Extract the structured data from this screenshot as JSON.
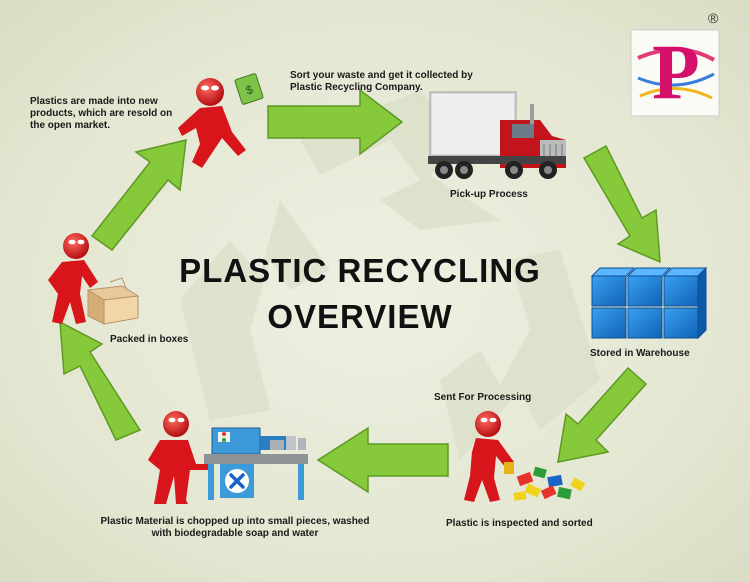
{
  "title": {
    "line1": "PLASTIC RECYCLING",
    "line2": "OVERVIEW"
  },
  "logo": {
    "letter": "P",
    "mark": "®"
  },
  "steps": {
    "resold": "Plastics are made into new products, which are resold on the open market.",
    "collect": "Sort your waste and get it collected by Plastic Recycling Company.",
    "pickup": "Pick-up Process",
    "warehouse": "Stored in Warehouse",
    "processing": "Sent For Processing",
    "sorted": "Plastic is inspected and sorted",
    "chopped": "Plastic Material is chopped up into small pieces, washed with biodegradable soap and water",
    "boxes": "Packed in boxes"
  },
  "colors": {
    "arrow": "#86c93a",
    "arrow_edge": "#5e9a23",
    "figure": "#d8151b",
    "cube": "#1a7fd4",
    "truck": "#c4141b",
    "text": "#1a1a1a"
  },
  "icons": [
    "recycle-icon",
    "person-money-icon",
    "truck-icon",
    "warehouse-cubes-icon",
    "person-sorting-icon",
    "shredder-machine-icon",
    "person-box-icon"
  ]
}
